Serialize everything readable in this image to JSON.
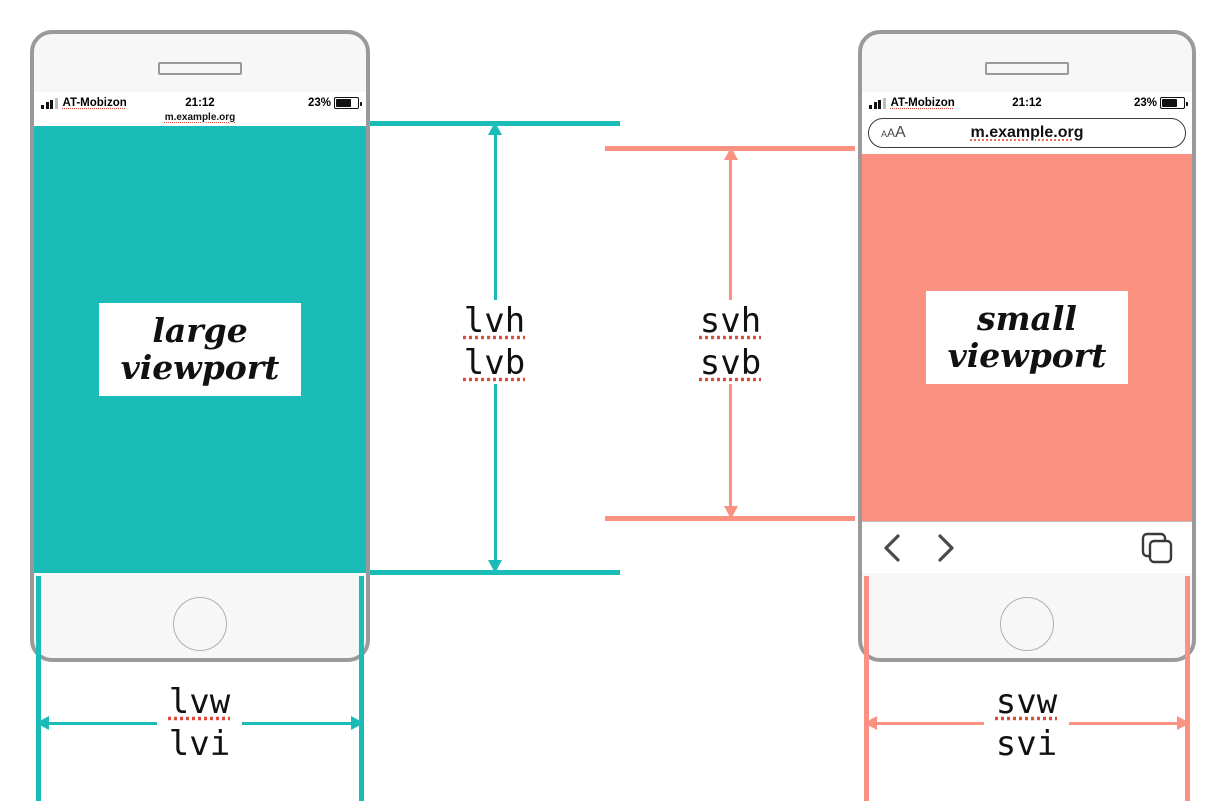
{
  "page": {
    "title": "CSS viewport units: large vs small viewport",
    "background": "#ffffff"
  },
  "colors": {
    "teal": "#1abcb8",
    "salmon": "#fa9181",
    "phone_frame": "#9a9a9a",
    "spellcheck_underline": "#e04a3a",
    "text": "#111111"
  },
  "left_phone": {
    "name": "large-viewport-phone",
    "accent": "#1abcb8",
    "status_bar": {
      "carrier": "AT-Mobizon",
      "time": "21:12",
      "battery_percent": "23%",
      "signal_icon": "signal-bars-icon",
      "battery_icon": "battery-icon"
    },
    "url_row": {
      "url": "m.example.org"
    },
    "viewport_label": {
      "line1": "large",
      "line2": "viewport"
    }
  },
  "right_phone": {
    "name": "small-viewport-phone",
    "accent": "#fa9181",
    "status_bar": {
      "carrier": "AT-Mobizon",
      "time": "21:12",
      "battery_percent": "23%",
      "signal_icon": "signal-bars-icon",
      "battery_icon": "battery-icon"
    },
    "url_bar": {
      "text_size_icon": "text-size-aaa-icon",
      "text_size_label_small": "A",
      "text_size_label_medium": "A",
      "text_size_label_large": "A",
      "url": "m.example.org"
    },
    "nav_bar": {
      "back_icon": "chevron-left-icon",
      "forward_icon": "chevron-right-icon",
      "tabs_icon": "tabs-icon"
    },
    "viewport_label": {
      "line1": "small",
      "line2": "viewport"
    }
  },
  "measurements": {
    "large_height": {
      "name": "lvh-lvb-measure",
      "unit_1": "lvh",
      "unit_2": "lvb",
      "color": "#1abcb8",
      "spellchecked_1": true,
      "spellchecked_2": true
    },
    "small_height": {
      "name": "svh-svb-measure",
      "unit_1": "svh",
      "unit_2": "svb",
      "color": "#fa9181",
      "spellchecked_1": true,
      "spellchecked_2": true
    },
    "large_width": {
      "name": "lvw-lvi-measure",
      "unit_1": "lvw",
      "unit_2": "lvi",
      "color": "#1abcb8",
      "spellchecked_1": true,
      "spellchecked_2": false
    },
    "small_width": {
      "name": "svw-svi-measure",
      "unit_1": "svw",
      "unit_2": "svi",
      "color": "#fa9181",
      "spellchecked_1": true,
      "spellchecked_2": false
    }
  }
}
